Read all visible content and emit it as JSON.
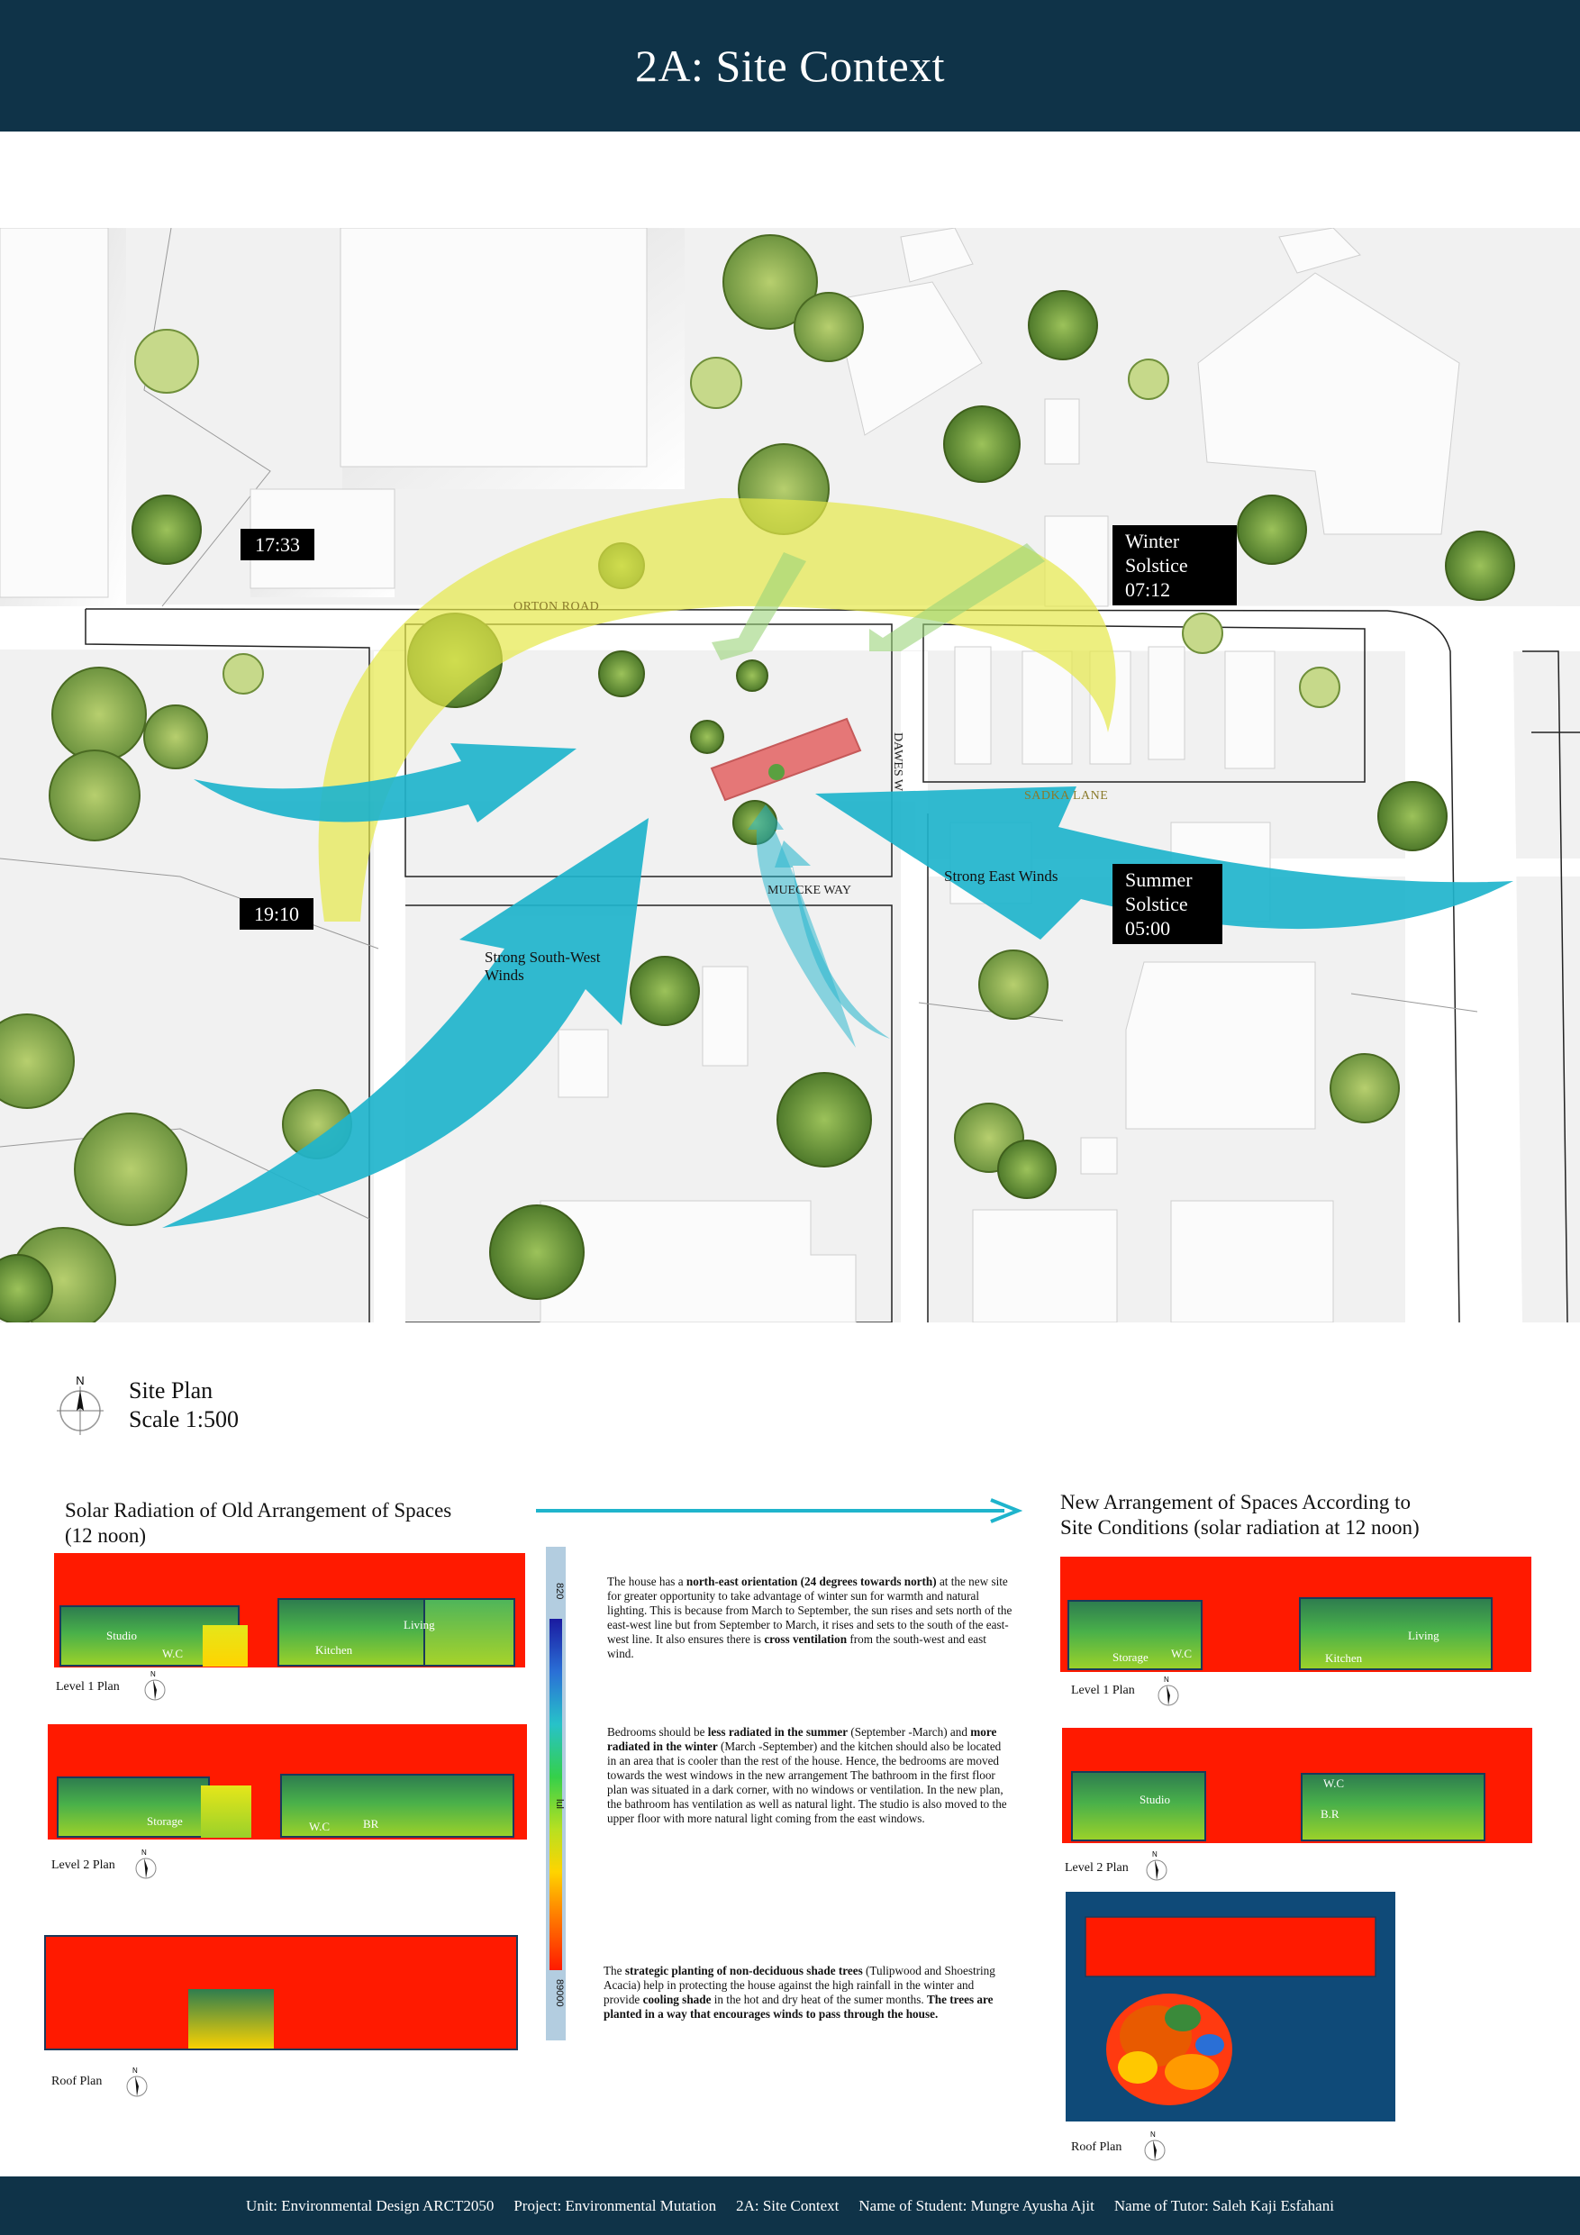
{
  "header": {
    "title": "2A: Site Context"
  },
  "site_plan": {
    "time_tags": {
      "evening_winter": "17:33",
      "evening_summer": "19:10",
      "winter_solstice": "Winter\n Solstice\n07:12",
      "summer_solstice": "Summer\nSolstice\n05:00"
    },
    "roads": {
      "orton": "ORTON ROAD",
      "sadka": "SADKA LANE",
      "muecke": "MUECKE WAY",
      "dawes": "DAWES W"
    },
    "winds": {
      "south_west": "Strong South-West\nWinds",
      "east": "Strong East Winds"
    },
    "caption_line1": "Site Plan",
    "caption_line2": "Scale 1:500",
    "north_label": "N"
  },
  "old_arrangement": {
    "title": "Solar Radiation of Old Arrangement of Spaces\n(12 noon)",
    "level1": {
      "label": "Level 1 Plan",
      "rooms": [
        "Studio",
        "W.C",
        "Kitchen",
        "Living"
      ]
    },
    "level2": {
      "label": "Level 2 Plan",
      "rooms": [
        "Storage",
        "W.C",
        "BR"
      ]
    },
    "roof": {
      "label": "Roof Plan"
    }
  },
  "new_arrangement": {
    "title": "New Arrangement of Spaces According to\n Site Conditions (solar radiation at 12 noon)",
    "level1": {
      "label": "Level 1 Plan",
      "rooms": [
        "Storage",
        "W.C",
        "Kitchen",
        "Living"
      ]
    },
    "level2": {
      "label": "Level 2 Plan",
      "rooms": [
        "Studio",
        "W.C",
        "B.R"
      ]
    },
    "roof": {
      "label": "Roof Plan"
    }
  },
  "scale_bar": {
    "top": "820",
    "mid": "lul",
    "bottom": "89000"
  },
  "paragraphs": {
    "p1_a": "The house has a ",
    "p1_b": "north-east orientation (24 degrees towards north)",
    "p1_c": " at the new site for greater opportunity to take advantage of winter sun for warmth and natural lighting. This is because from March to September, the sun rises and sets north of the east-west line but from September to March, it rises and sets to the south of the east-west line. It also ensures there is ",
    "p1_d": "cross ventilation",
    "p1_e": " from the south-west and east wind.",
    "p2_a": "Bedrooms should be ",
    "p2_b": "less radiated in the summer",
    "p2_c": " (September -March) and ",
    "p2_d": "more radiated in the winter",
    "p2_e": " (March -September) and the kitchen should also be located in an area that is cooler than the rest of the house. Hence, the bedrooms are moved towards the west windows in the new arrangement The bathroom in the first floor plan was situated in a dark corner, with no windows or ventilation. In the new plan, the bathroom has ventilation as well as natural light. The studio is also moved to the upper floor with more natural light coming from the east windows.",
    "p3_a": "The ",
    "p3_b": "strategic planting of non-deciduous shade trees",
    "p3_c": " (Tulipwood and Shoestring Acacia) help in protecting the house against the high rainfall in the winter and provide ",
    "p3_d": "cooling shade",
    "p3_e": " in the hot and dry heat of the sumer months. ",
    "p3_f": "The trees are planted in a way that encourages winds to pass through the house."
  },
  "footer": {
    "unit": "Unit: Environmental Design ARCT2050",
    "project": "Project: Environmental Mutation",
    "section": "2A: Site Context",
    "student": "Name of Student: Mungre Ayusha Ajit",
    "tutor": "Name of Tutor: Saleh Kaji Esfahani"
  },
  "colors": {
    "header_bg": "#0f3348",
    "radiation_hot": "#ff1a00",
    "wind": "#1fb4cc",
    "sun_path": "#e6e84a"
  }
}
